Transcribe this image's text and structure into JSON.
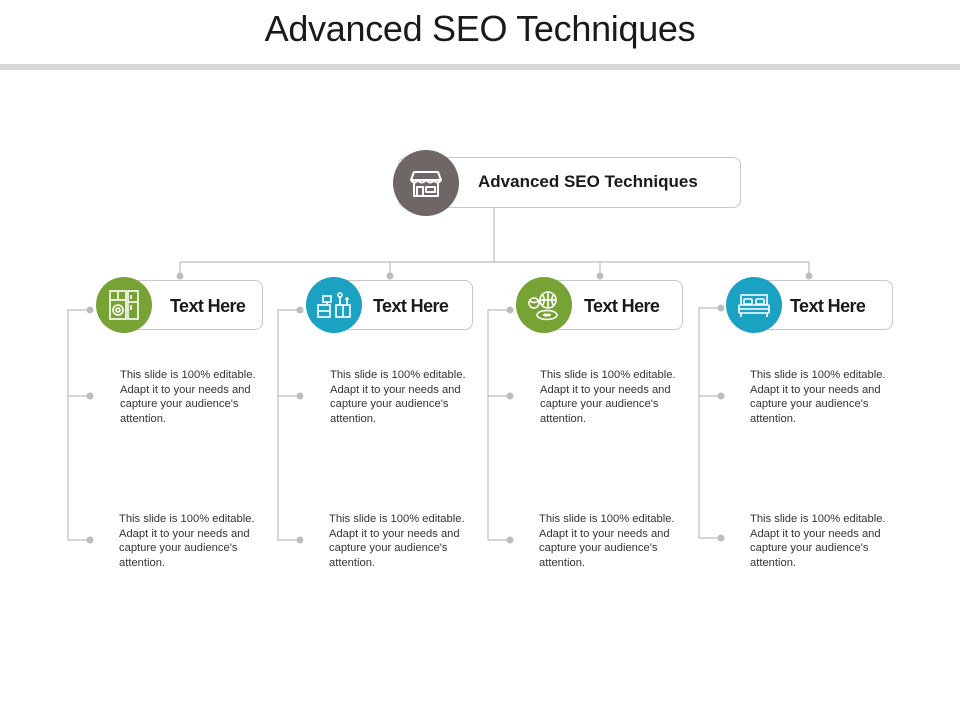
{
  "title": "Advanced SEO Techniques",
  "root": {
    "label": "Advanced SEO Techniques",
    "icon": "storefront-icon",
    "color": "#6e6766"
  },
  "columns": [
    {
      "heading": "Text Here",
      "icon": "appliances-icon",
      "color": "#76a333",
      "items": [
        "This slide is 100% editable. Adapt it to your needs and capture your audience's attention.",
        "This slide is 100% editable. Adapt it to your needs and capture your audience's attention."
      ]
    },
    {
      "heading": "Text Here",
      "icon": "office-desk-icon",
      "color": "#1ba1c2",
      "items": [
        "This slide is 100% editable. Adapt it to your needs and capture your audience's attention.",
        "This slide is 100% editable. Adapt it to your needs and capture your audience's attention."
      ]
    },
    {
      "heading": "Text Here",
      "icon": "sports-balls-icon",
      "color": "#76a333",
      "items": [
        "This slide is 100% editable. Adapt it to your needs and capture your audience's attention.",
        "This slide is 100% editable. Adapt it to your needs and capture your audience's attention."
      ]
    },
    {
      "heading": "Text Here",
      "icon": "bed-icon",
      "color": "#1ba1c2",
      "items": [
        "This slide is 100% editable. Adapt it to your needs and capture your audience's attention.",
        "This slide is 100% editable. Adapt it to your needs and capture your audience's attention."
      ]
    }
  ]
}
